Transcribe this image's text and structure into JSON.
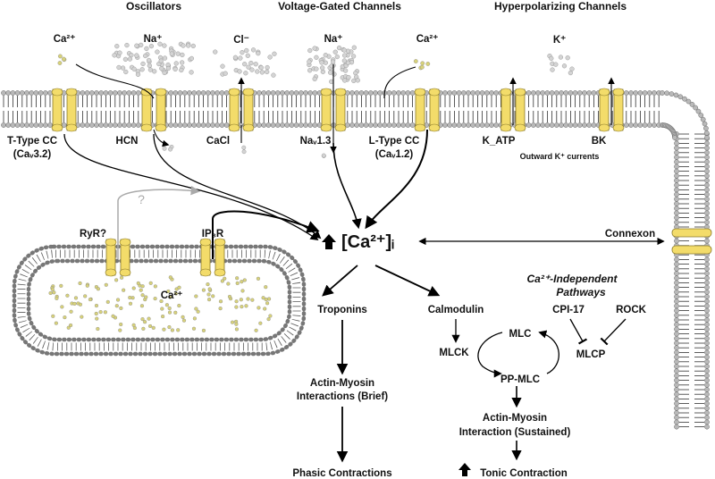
{
  "headers": {
    "oscillators": "Oscillators",
    "voltage_gated": "Voltage-Gated Channels",
    "hyperpolarizing": "Hyperpolarizing Channels"
  },
  "ions": {
    "ca_left": "Ca²⁺",
    "na_hcn": "Na⁺",
    "cl": "Cl⁻",
    "na_vg": "Na⁺",
    "ca_vg": "Ca²⁺",
    "k": "K⁺",
    "ca_sr": "Ca²⁺"
  },
  "channels": {
    "ttype": [
      "T-Type CC",
      "(Caᵥ3.2)"
    ],
    "hcn": "HCN",
    "cacl": "CaCl",
    "nav": "Naᵥ1.3",
    "ltype": [
      "L-Type CC",
      "(Caᵥ1.2)"
    ],
    "katp": "K_ATP",
    "bk": "BK",
    "outward": "Outward K⁺ currents"
  },
  "sr": {
    "ryr": "RyR?",
    "question": "?",
    "ip3r": "IP₃R"
  },
  "center": {
    "ca_i": "[Ca²⁺]ᵢ",
    "connexon": "Connexon"
  },
  "independent": {
    "title_line1": "Ca²⁺-Independent",
    "title_line2": "Pathways",
    "cpi17": "CPI-17",
    "rock": "ROCK"
  },
  "pathway": {
    "troponins": "Troponins",
    "actin_brief_1": "Actin-Myosin",
    "actin_brief_2": "Interactions (Brief)",
    "phasic": "Phasic Contractions",
    "calmodulin": "Calmodulin",
    "mlck": "MLCK",
    "mlc": "MLC",
    "ppmlc": "PP-MLC",
    "mlcp": "MLCP",
    "actin_sust_1": "Actin-Myosin",
    "actin_sust_2": "Interaction (Sustained)",
    "tonic": "Tonic Contraction"
  },
  "colors": {
    "channel_yellow": "#f3dc6a",
    "channel_stroke": "#8a7a2a",
    "membrane_head": "#b9b9b9",
    "tail": "#333333",
    "ca_dot": "#d8d27a",
    "ion_dot": "#d4d4d4",
    "arrow_grey": "#aaaaaa"
  }
}
